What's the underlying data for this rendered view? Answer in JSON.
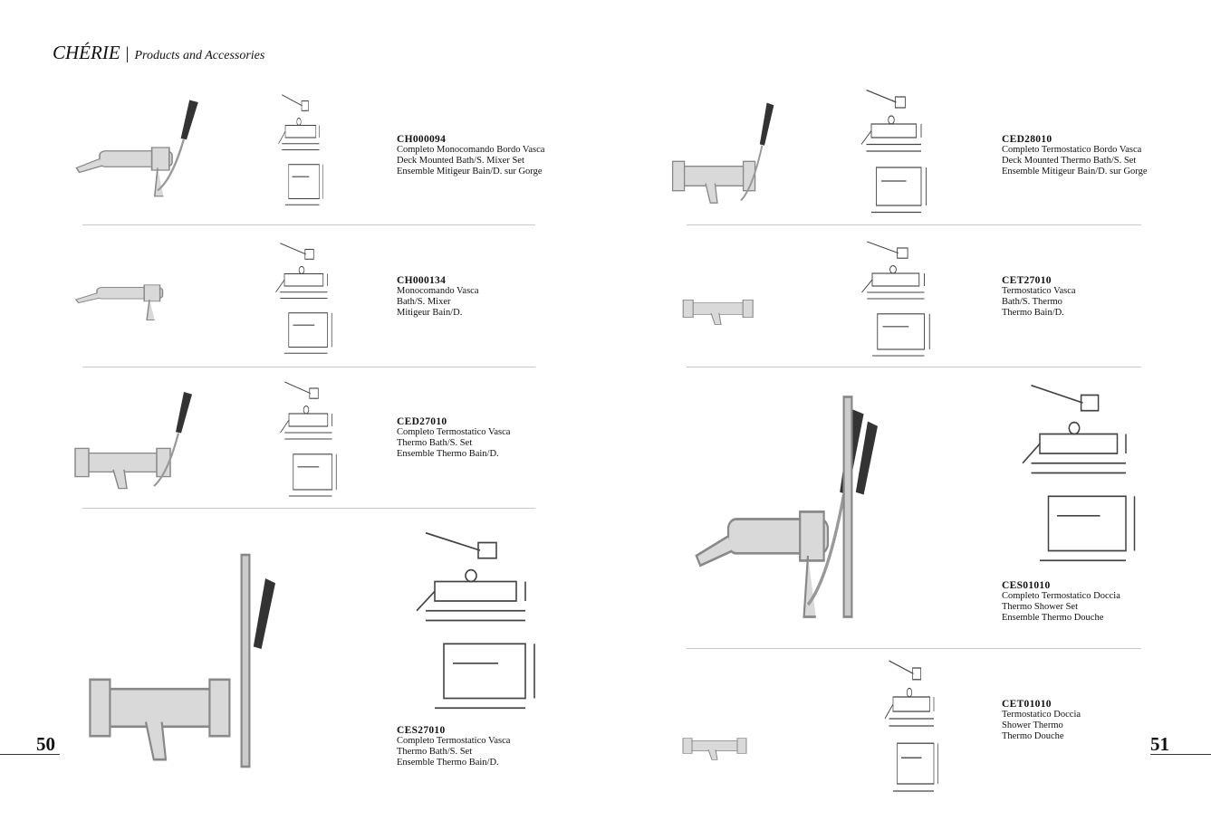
{
  "header": {
    "brand": "CHÉRIE",
    "separator": "|",
    "subtitle": "Products and Accessories"
  },
  "pages": {
    "left": "50",
    "right": "51"
  },
  "products": [
    {
      "code": "CH000094",
      "lines": [
        "Completo Monocomando Bordo Vasca",
        "Deck Mounted Bath/S. Mixer Set",
        "Ensemble Mitigeur Bain/D. sur Gorge"
      ]
    },
    {
      "code": "CH000134",
      "lines": [
        "Monocomando Vasca",
        "Bath/S. Mixer",
        "Mitigeur Bain/D."
      ]
    },
    {
      "code": "CED27010",
      "lines": [
        "Completo Termostatico Vasca",
        "Thermo Bath/S. Set",
        "Ensemble Thermo Bain/D."
      ]
    },
    {
      "code": "CES27010",
      "lines": [
        "Completo Termostatico Vasca",
        "Thermo Bath/S. Set",
        "Ensemble Thermo Bain/D."
      ]
    },
    {
      "code": "CED28010",
      "lines": [
        "Completo Termostatico Bordo Vasca",
        "Deck Mounted Thermo Bath/S. Set",
        "Ensemble Mitigeur Bain/D. sur Gorge"
      ]
    },
    {
      "code": "CET27010",
      "lines": [
        "Termostatico Vasca",
        "Bath/S. Thermo",
        "Thermo Bain/D."
      ]
    },
    {
      "code": "CES01010",
      "lines": [
        "Completo Termostatico Doccia",
        "Thermo Shower Set",
        "Ensemble Thermo Douche"
      ]
    },
    {
      "code": "CET01010",
      "lines": [
        "Termostatico Doccia",
        "Shower Thermo",
        "Thermo Douche"
      ]
    }
  ]
}
